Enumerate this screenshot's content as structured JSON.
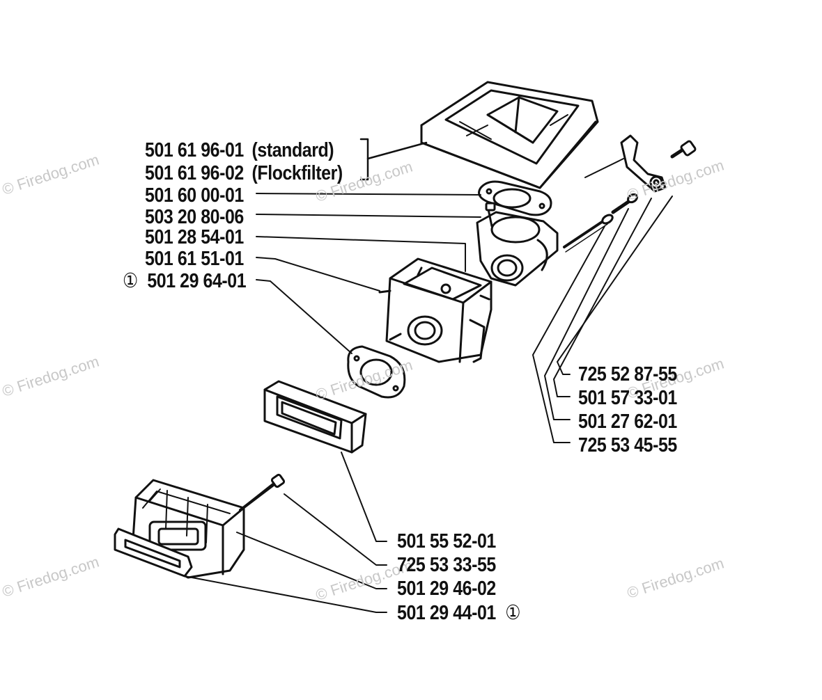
{
  "watermark": "© Firedog.com",
  "labels_left": [
    {
      "part": "501 61 96-01",
      "suffix": "(standard)",
      "prefix": ""
    },
    {
      "part": "501 61 96-02",
      "suffix": "(Flockfilter)",
      "prefix": ""
    },
    {
      "part": "501 60 00-01",
      "suffix": "",
      "prefix": ""
    },
    {
      "part": "503 20 80-06",
      "suffix": "",
      "prefix": ""
    },
    {
      "part": "501 28 54-01",
      "suffix": "",
      "prefix": ""
    },
    {
      "part": "501 61 51-01",
      "suffix": "",
      "prefix": ""
    },
    {
      "part": "501 29 64-01",
      "suffix": "",
      "prefix": "①"
    }
  ],
  "labels_right": [
    {
      "part": "725 52 87-55"
    },
    {
      "part": "501 57 33-01"
    },
    {
      "part": "501 27 62-01"
    },
    {
      "part": "725 53 45-55"
    }
  ],
  "labels_bottom": [
    {
      "part": "501 55 52-01",
      "suffix": ""
    },
    {
      "part": "725 53 33-55",
      "suffix": ""
    },
    {
      "part": "501 29 46-02",
      "suffix": ""
    },
    {
      "part": "501 29 44-01",
      "suffix": "①"
    }
  ]
}
